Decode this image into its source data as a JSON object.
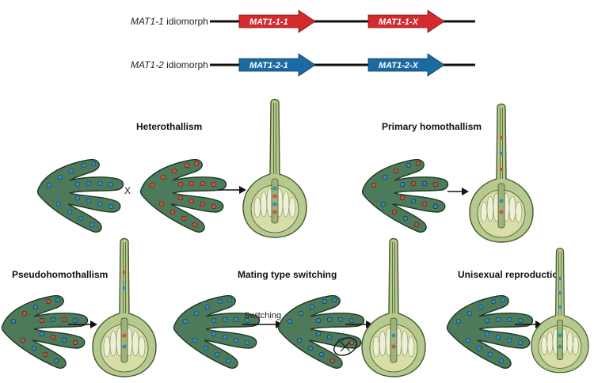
{
  "idiomorphs": [
    {
      "locus": "MAT1-1",
      "suffix": " idiomorph",
      "color": "#d42a2e",
      "genes": [
        "MAT1-1-1",
        "MAT1-1-X"
      ]
    },
    {
      "locus": "MAT1-2",
      "suffix": " idiomorph",
      "color": "#1c6aa3",
      "genes": [
        "MAT1-2-1",
        "MAT1-2-X"
      ]
    }
  ],
  "panels": {
    "heterothallism": {
      "title": "Heterothallism",
      "cross_symbol": "X"
    },
    "primary_homothallism": {
      "title": "Primary homothallism"
    },
    "pseudohomothallism": {
      "title": "Pseudohomothallism"
    },
    "mating_type_switching": {
      "title": "Mating type switching",
      "step_label": "Switching"
    },
    "unisexual_reproduction": {
      "title": "Unisexual reproduction"
    }
  },
  "colors": {
    "hypha_fill": "#4d7a5a",
    "hypha_outline": "#1e3a26",
    "fruiting_body": "#b6c98e",
    "fruiting_outline": "#44582c",
    "ascus": "#eef0d6",
    "mat1_1_nucleus": "#d4503c",
    "mat1_2_nucleus": "#2d8fc0"
  }
}
